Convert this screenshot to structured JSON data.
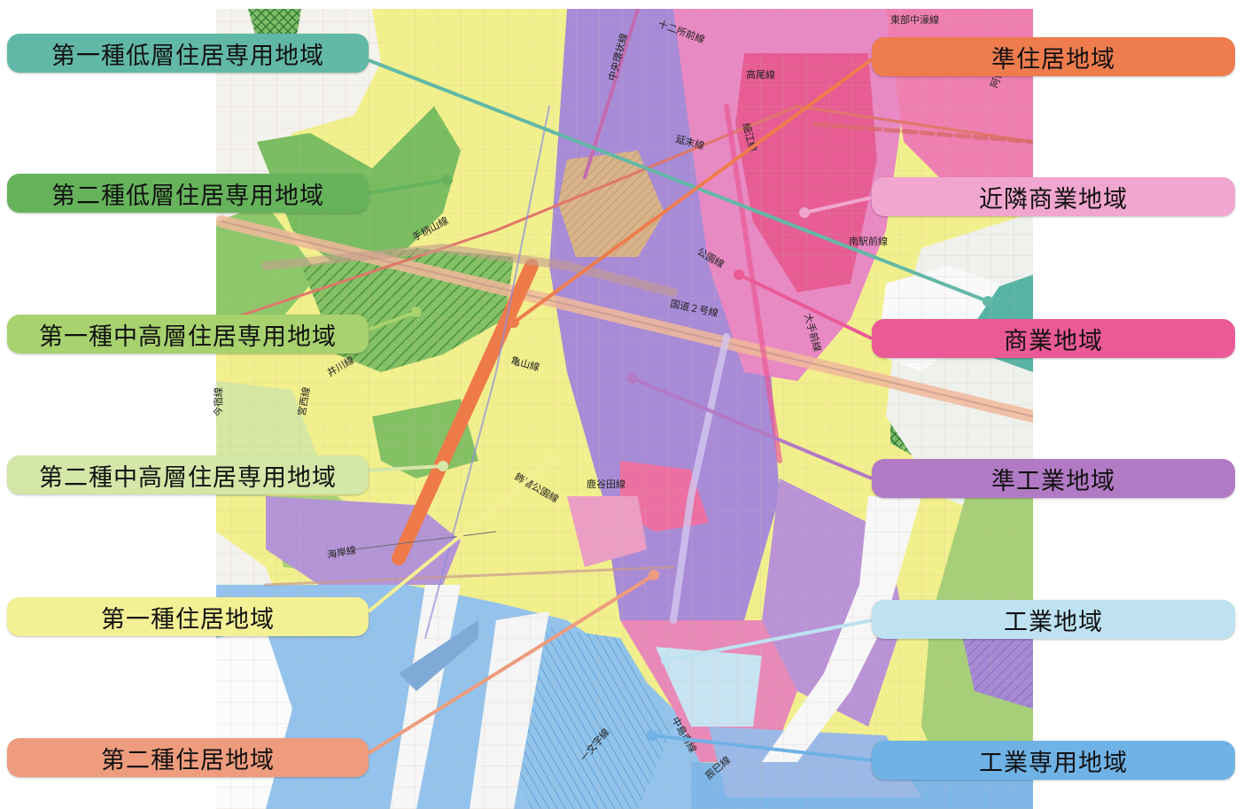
{
  "zones": [
    {
      "key": "z1",
      "label": "第一種低層住居専用地域",
      "color": "#62b8a6"
    },
    {
      "key": "z2",
      "label": "第二種低層住居専用地域",
      "color": "#66b35c"
    },
    {
      "key": "z3",
      "label": "第一種中高層住居専用地域",
      "color": "#a7d26e"
    },
    {
      "key": "z4",
      "label": "第二種中高層住居専用地域",
      "color": "#d5e7a8"
    },
    {
      "key": "z5",
      "label": "第一種住居地域",
      "color": "#f4f094"
    },
    {
      "key": "z6",
      "label": "第二種住居地域",
      "color": "#ee9c7d"
    },
    {
      "key": "z7",
      "label": "準住居地域",
      "color": "#ee7c4d"
    },
    {
      "key": "z8",
      "label": "近隣商業地域",
      "color": "#f1a6cf"
    },
    {
      "key": "z9",
      "label": "商業地域",
      "color": "#ea5a96"
    },
    {
      "key": "z10",
      "label": "準工業地域",
      "color": "#b27ac5"
    },
    {
      "key": "z11",
      "label": "工業地域",
      "color": "#bee2f1"
    },
    {
      "key": "z12",
      "label": "工業専用地域",
      "color": "#6fb2e5"
    }
  ],
  "road_labels": {
    "r1": "東部中濠線",
    "r2": "十二所前線",
    "r3": "中央環状線",
    "r4": "延末線",
    "r5": "手柄山線",
    "r6": "公園線",
    "r7": "国道２号線",
    "r8": "亀山線",
    "r9": "海岸線",
    "r10": "飾磨公園線",
    "r11": "辰巳線",
    "r12": "一文字線",
    "r13": "中島南線",
    "r14": "高尾線",
    "r15": "阿保線",
    "r16": "大手前線",
    "r17": "南駅前線",
    "r18": "細江線",
    "r19": "今宿線",
    "r20": "宮西線",
    "r21": "鹿谷田線",
    "r22": "井川線"
  }
}
